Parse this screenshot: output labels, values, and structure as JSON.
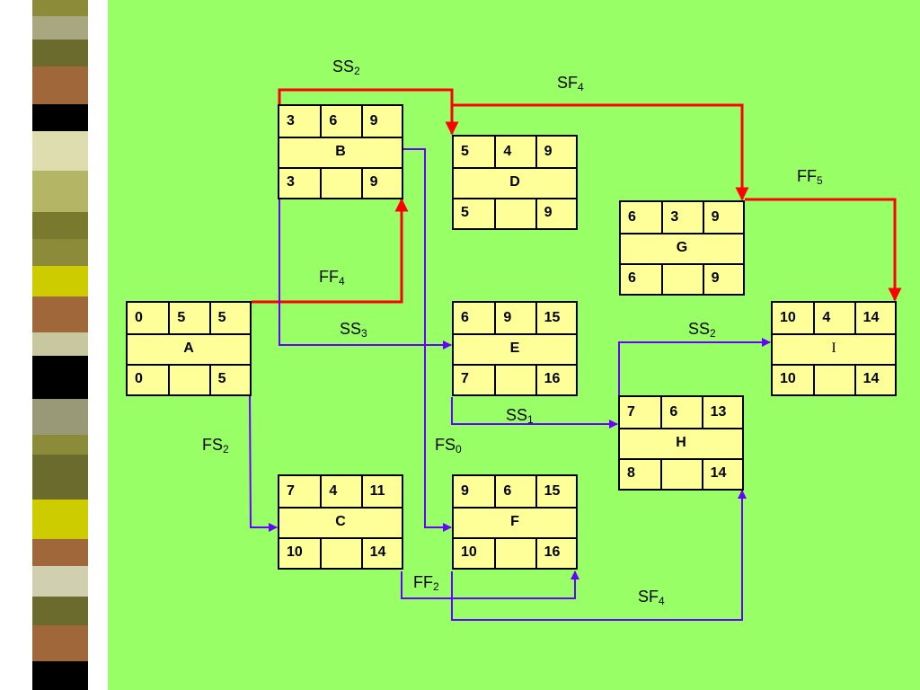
{
  "nodes": {
    "A": {
      "name": "A",
      "es": "0",
      "dur": "5",
      "ef": "5",
      "ls": "0",
      "slack": "",
      "lf": "5"
    },
    "B": {
      "name": "B",
      "es": "3",
      "dur": "6",
      "ef": "9",
      "ls": "3",
      "slack": "",
      "lf": "9"
    },
    "C": {
      "name": "C",
      "es": "7",
      "dur": "4",
      "ef": "11",
      "ls": "10",
      "slack": "",
      "lf": "14"
    },
    "D": {
      "name": "D",
      "es": "5",
      "dur": "4",
      "ef": "9",
      "ls": "5",
      "slack": "",
      "lf": "9"
    },
    "E": {
      "name": "E",
      "es": "6",
      "dur": "9",
      "ef": "15",
      "ls": "7",
      "slack": "",
      "lf": "16"
    },
    "F": {
      "name": "F",
      "es": "9",
      "dur": "6",
      "ef": "15",
      "ls": "10",
      "slack": "",
      "lf": "16"
    },
    "G": {
      "name": "G",
      "es": "6",
      "dur": "3",
      "ef": "9",
      "ls": "6",
      "slack": "",
      "lf": "9"
    },
    "H": {
      "name": "H",
      "es": "7",
      "dur": "6",
      "ef": "13",
      "ls": "8",
      "slack": "",
      "lf": "14"
    },
    "I": {
      "name": "I",
      "es": "10",
      "dur": "4",
      "ef": "14",
      "ls": "10",
      "slack": "",
      "lf": "14"
    }
  },
  "labels": {
    "ss2_bd": {
      "type": "SS",
      "lag": "2"
    },
    "sf4_bg": {
      "type": "SF",
      "lag": "4"
    },
    "ff5_gi": {
      "type": "FF",
      "lag": "5"
    },
    "ff4_ab": {
      "type": "FF",
      "lag": "4"
    },
    "ss3_be": {
      "type": "SS",
      "lag": "3"
    },
    "ss2_hi": {
      "type": "SS",
      "lag": "2"
    },
    "ss1_eh": {
      "type": "SS",
      "lag": "1"
    },
    "fs2_ac": {
      "type": "FS",
      "lag": "2"
    },
    "fs0_bf": {
      "type": "FS",
      "lag": "0"
    },
    "ff2_cf": {
      "type": "FF",
      "lag": "2"
    },
    "sf4_fh": {
      "type": "SF",
      "lag": "4"
    }
  },
  "colors": {
    "background": "#99ff66",
    "node_fill": "#ffff99",
    "critical_link": "#ff0000",
    "normal_link": "#6600ff"
  }
}
